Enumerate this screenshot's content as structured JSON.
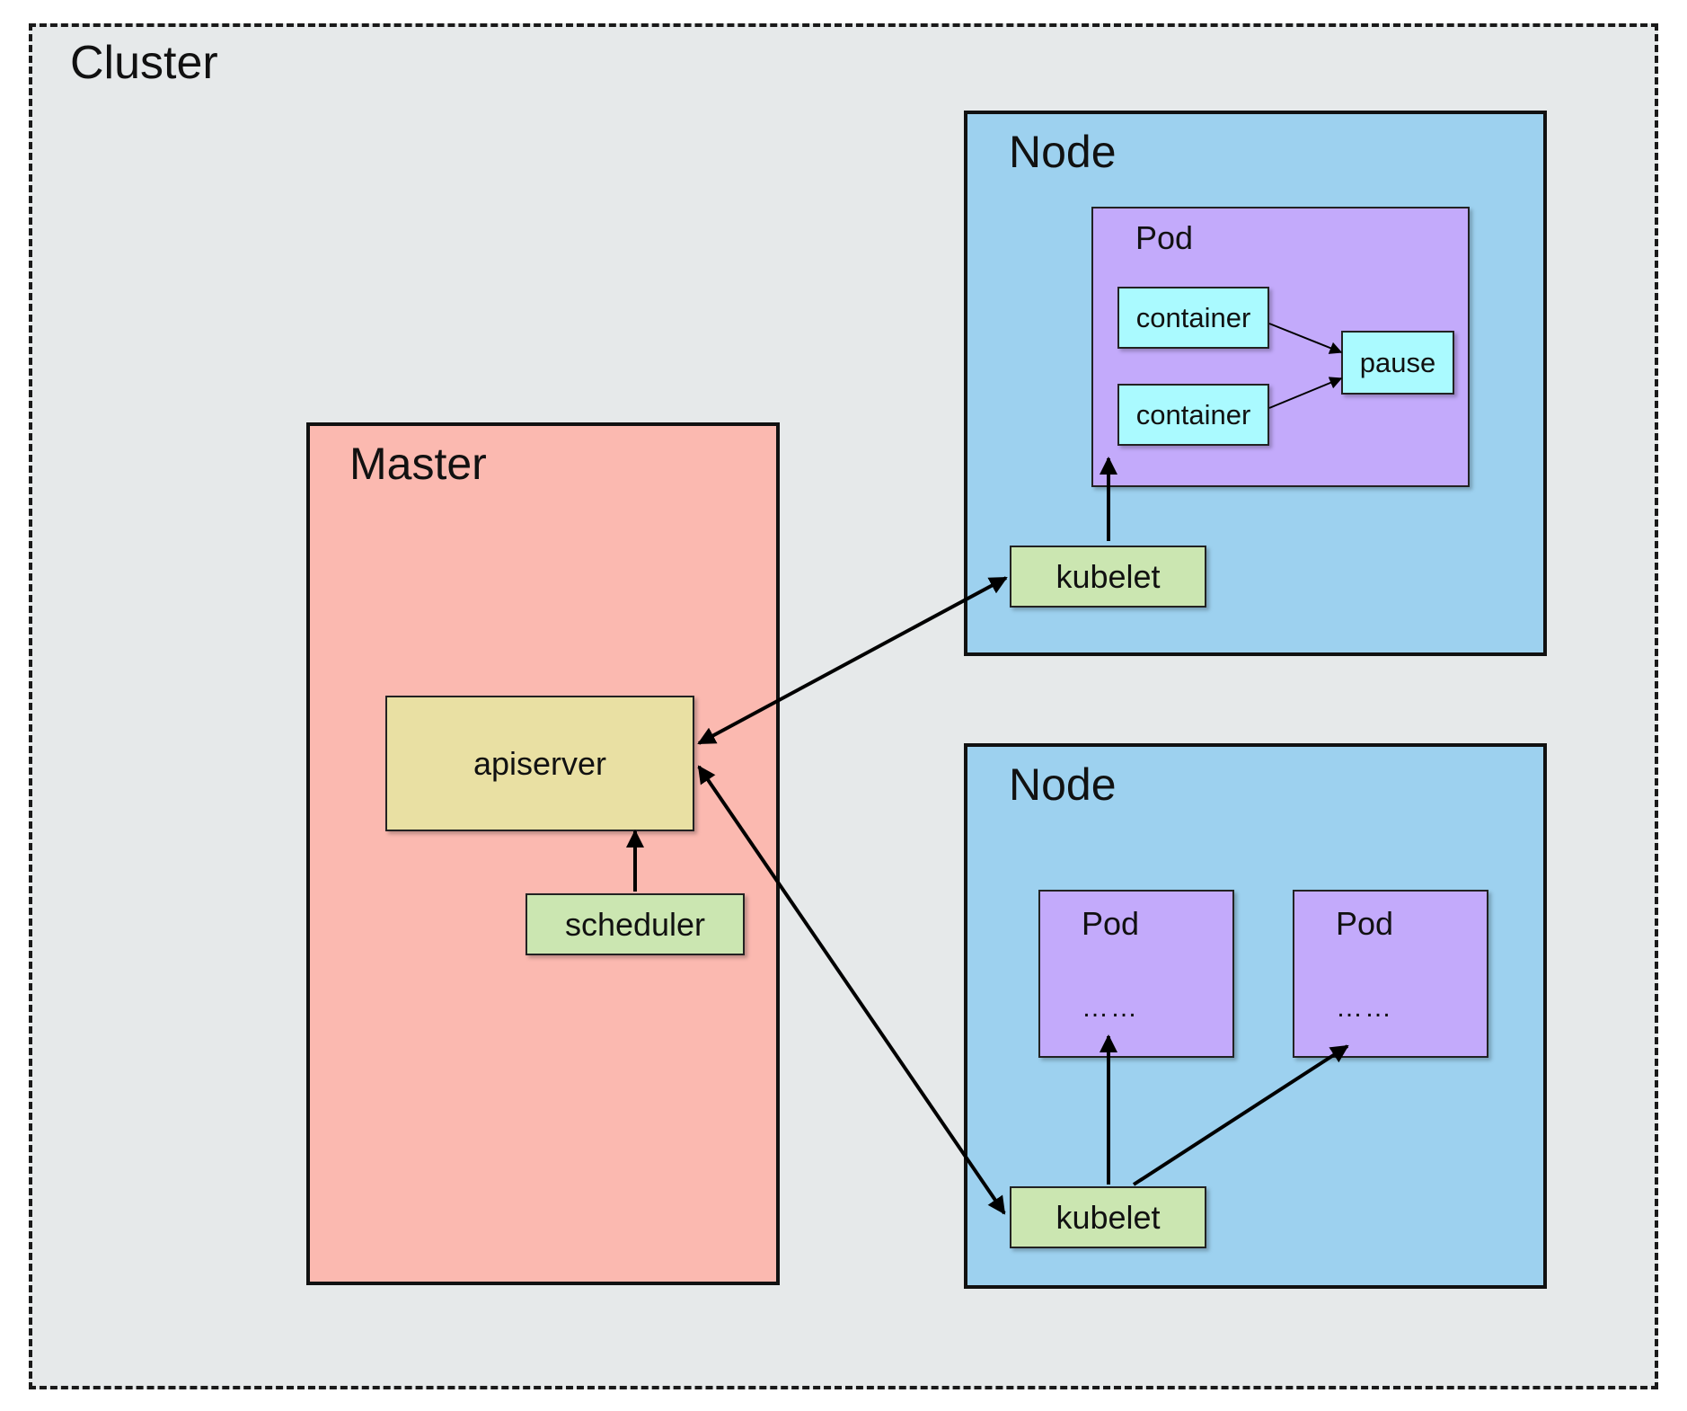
{
  "cluster": {
    "title": "Cluster"
  },
  "master": {
    "title": "Master",
    "apiserver": "apiserver",
    "scheduler": "scheduler"
  },
  "node_top": {
    "title": "Node",
    "pod": {
      "title": "Pod",
      "containers": [
        "container",
        "container"
      ],
      "pause": "pause"
    },
    "kubelet": "kubelet"
  },
  "node_bottom": {
    "title": "Node",
    "pods": [
      {
        "title": "Pod",
        "content": "……"
      },
      {
        "title": "Pod",
        "content": "……"
      }
    ],
    "kubelet": "kubelet"
  },
  "colors": {
    "cluster_bg": "#e6e9ea",
    "master_bg": "#fbb9b0",
    "node_bg": "#9dd1ef",
    "pod_bg": "#c3aafb",
    "container_bg": "#aafaff",
    "apiserver_bg": "#e9e0a3",
    "component_bg": "#cbe6b1"
  }
}
